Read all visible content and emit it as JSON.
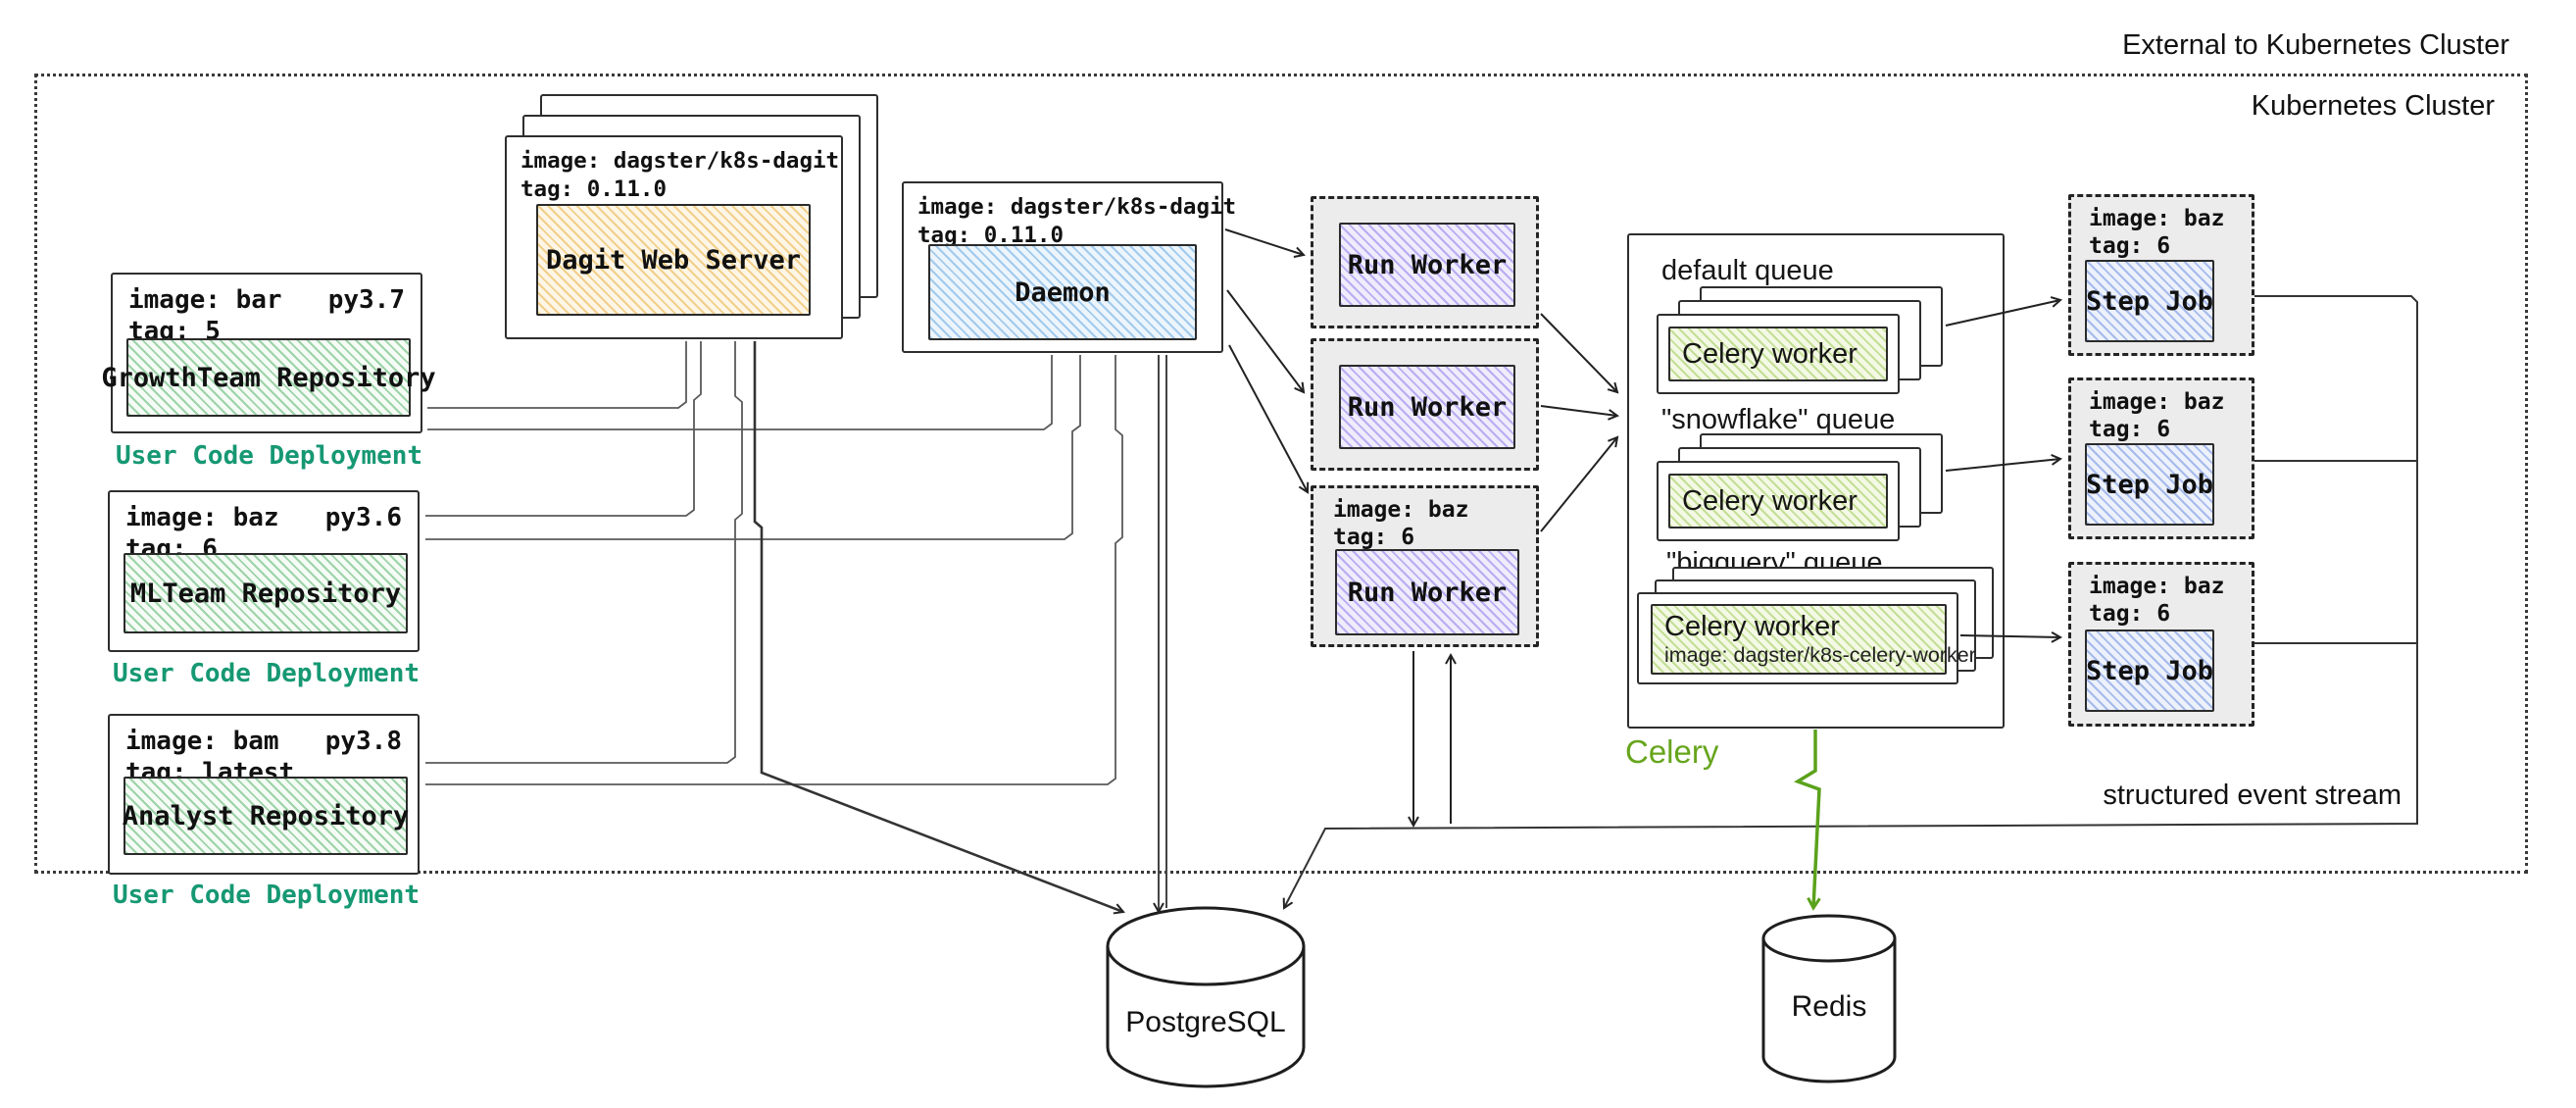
{
  "frame": {
    "external_label": "External to Kubernetes Cluster",
    "cluster_label": "Kubernetes Cluster"
  },
  "user_code_deployments": [
    {
      "image": "image: bar",
      "py": "py3.7",
      "tag": "tag: 5",
      "repo": "GrowthTeam Repository",
      "caption": "User Code Deployment"
    },
    {
      "image": "image: baz",
      "py": "py3.6",
      "tag": "tag: 6",
      "repo": "MLTeam Repository",
      "caption": "User Code Deployment"
    },
    {
      "image": "image: bam",
      "py": "py3.8",
      "tag": "tag: latest",
      "repo": "Analyst Repository",
      "caption": "User Code Deployment"
    }
  ],
  "dagit": {
    "image": "image: dagster/k8s-dagit",
    "tag": "tag: 0.11.0",
    "title": "Dagit Web Server"
  },
  "daemon": {
    "image": "image: dagster/k8s-dagit",
    "tag": "tag: 0.11.0",
    "title": "Daemon"
  },
  "run_workers": [
    {
      "title": "Run Worker"
    },
    {
      "title": "Run Worker"
    },
    {
      "image": "image: baz",
      "tag": "tag: 6",
      "title": "Run Worker"
    }
  ],
  "celery": {
    "label": "Celery",
    "queues": [
      {
        "label": "default queue",
        "worker": "Celery worker"
      },
      {
        "label": "\"snowflake\" queue",
        "worker": "Celery worker"
      },
      {
        "label": "\"bigquery\" queue",
        "worker": "Celery worker",
        "worker_image": "image: dagster/k8s-celery-worker"
      }
    ]
  },
  "step_jobs": [
    {
      "image": "image: baz",
      "tag": "tag: 6",
      "title": "Step Job"
    },
    {
      "image": "image: baz",
      "tag": "tag: 6",
      "title": "Step Job"
    },
    {
      "image": "image: baz",
      "tag": "tag: 6",
      "title": "Step Job"
    }
  ],
  "databases": {
    "postgres": "PostgreSQL",
    "redis": "Redis"
  },
  "annotations": {
    "event_stream": "structured event stream"
  },
  "colors": {
    "caption_teal": "#169873",
    "celery_green": "#67a51d",
    "arrow_green": "#5ba21c",
    "hatch_green": "#8fd19a",
    "hatch_orange": "#f2c979",
    "hatch_blue": "#85bfe9",
    "hatch_purple": "#a595ee",
    "hatch_periwinkle": "#8fa9e8",
    "hatch_lime": "#b9dd85",
    "dashed_container_gray": "#ececec"
  }
}
